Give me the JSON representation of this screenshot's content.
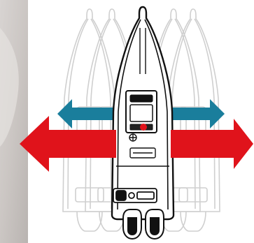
{
  "diagram": {
    "colors": {
      "background": "#ffffff",
      "photo_strip": "#c9c5c3",
      "ghost_boat_stroke": "#cfcfcf",
      "boat_stroke": "#111111",
      "boat_fill": "#ffffff",
      "small_arrow": "#1a7e9c",
      "large_arrow": "#e0131b",
      "joystick_marker": "#e0131b"
    },
    "elements": {
      "ghost_boats": [
        "ghost-boat-far-left",
        "ghost-boat-mid-left",
        "ghost-boat-mid-right",
        "ghost-boat-far-right"
      ],
      "arrows": [
        "small-arrow-left",
        "small-arrow-right",
        "large-arrow-left",
        "large-arrow-right"
      ],
      "icons": [
        "boat-hull-icon",
        "console-icon",
        "steering-wheel-icon",
        "joystick-icon",
        "outboard-motor-icon"
      ]
    }
  }
}
